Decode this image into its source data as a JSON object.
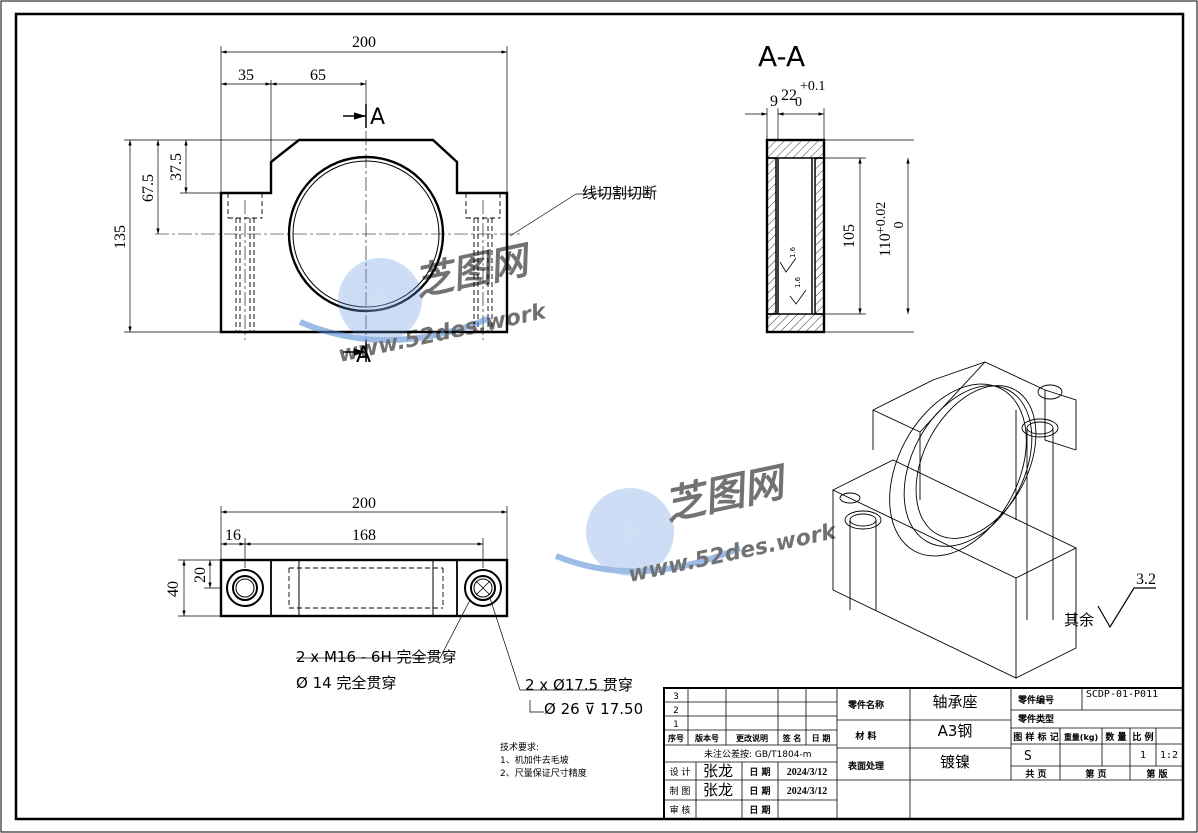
{
  "views": {
    "front": {
      "dims": {
        "overall_width": "200",
        "left_step": "35",
        "center_offset": "65",
        "upper_height": "37.5",
        "center_height": "67.5",
        "overall_height": "135"
      },
      "section_label": "A",
      "note_cut": "线切割切断"
    },
    "section": {
      "title": "A-A",
      "width_dim": "9",
      "slot_dim": "22",
      "slot_tol_upper": "+0.1",
      "slot_tol_lower": "0",
      "inner_dim": "105",
      "bore_dim": "110",
      "bore_tol_upper": "+0.02",
      "bore_tol_lower": "0",
      "finish_small_1": "1.6",
      "finish_small_2": "1.6"
    },
    "top": {
      "dims": {
        "overall_width": "200",
        "edge": "16",
        "hole_spacing": "168",
        "half_depth": "20",
        "depth": "40"
      },
      "note_thread_1": "2 x M16 - 6H 完全贯穿",
      "note_thread_2": "Ø 14 完全贯穿",
      "note_hole_1": "2 x Ø17.5 贯穿",
      "note_hole_2": "Ø 26 ⊽ 17.50"
    }
  },
  "surface_finish": {
    "value": "3.2",
    "label": "其余"
  },
  "tech_requirements": {
    "heading": "技术要求:",
    "items": [
      "1、机加件去毛坡",
      "2、尺量保证尺寸精度"
    ]
  },
  "title_block": {
    "rev_rows": [
      "3",
      "2",
      "1"
    ],
    "rev_headers": [
      "序号",
      "版本号",
      "更改说明",
      "签 名",
      "日 期"
    ],
    "tolerance_note": "未注公差按: GB/T1804-m",
    "designer_label": "设 计",
    "designer": "张龙",
    "drafter_label": "制 图",
    "drafter": "张龙",
    "reviewer_label": "审 核",
    "date_label": "日 期",
    "date_1": "2024/3/12",
    "date_2": "2024/3/12",
    "part_name_label": "零件名称",
    "part_name": "轴承座",
    "material_label": "材    料",
    "material": "A3钢",
    "surface_label": "表面处理",
    "surface": "镀镍",
    "part_no_label": "零件编号",
    "part_no": "SCDP-01-P011",
    "part_type_label": "零件类型",
    "stage_label": "图 样 标 记",
    "weight_label": "重量(kg)",
    "qty_label": "数 量",
    "scale_label": "比 例",
    "stage": "S",
    "qty": "1",
    "scale": "1:2",
    "sheet_total_label": "共    页",
    "sheet_label": "第    页",
    "version_label": "第    版"
  },
  "watermark": {
    "brand": "芝图网",
    "url": "www.52des.work"
  }
}
